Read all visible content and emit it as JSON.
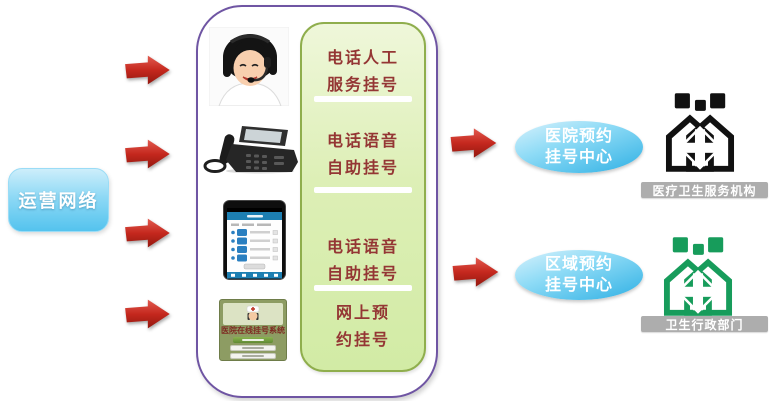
{
  "network": {
    "label": "运营网络"
  },
  "channels": {
    "items": [
      {
        "line1": "电话人工",
        "line2": "服务挂号",
        "icon": "call-agent-photo"
      },
      {
        "line1": "电话语音",
        "line2": "自助挂号",
        "icon": "desk-phone-photo"
      },
      {
        "line1": "电话语音",
        "line2": "自助挂号",
        "icon": "mobile-app-screenshot"
      },
      {
        "line1": "网上预",
        "line2": "约挂号",
        "icon": "web-portal-screenshot"
      }
    ]
  },
  "portal": {
    "title": "医院在线挂号系统"
  },
  "centers": {
    "hospital": {
      "line1": "医院预约",
      "line2": "挂号中心"
    },
    "regional": {
      "line1": "区域预约",
      "line2": "挂号中心"
    }
  },
  "institutions": {
    "medical": {
      "label": "医疗卫生服务机构",
      "icon": "medical-building-icon",
      "color": "#111111"
    },
    "admin": {
      "label": "卫生行政部门",
      "icon": "health-admin-building-icon",
      "color": "#179c5b"
    }
  },
  "colors": {
    "arrow_red": "#c5281e",
    "ellipse_blue": "#2fb0e4",
    "panel_green_fill": "#ddefb6",
    "panel_green_border": "#8fae4d",
    "container_purple": "#6f55a3",
    "channel_text_red": "#943634",
    "institution_label_gray": "#adadad",
    "network_blue": "#54c3ee"
  }
}
